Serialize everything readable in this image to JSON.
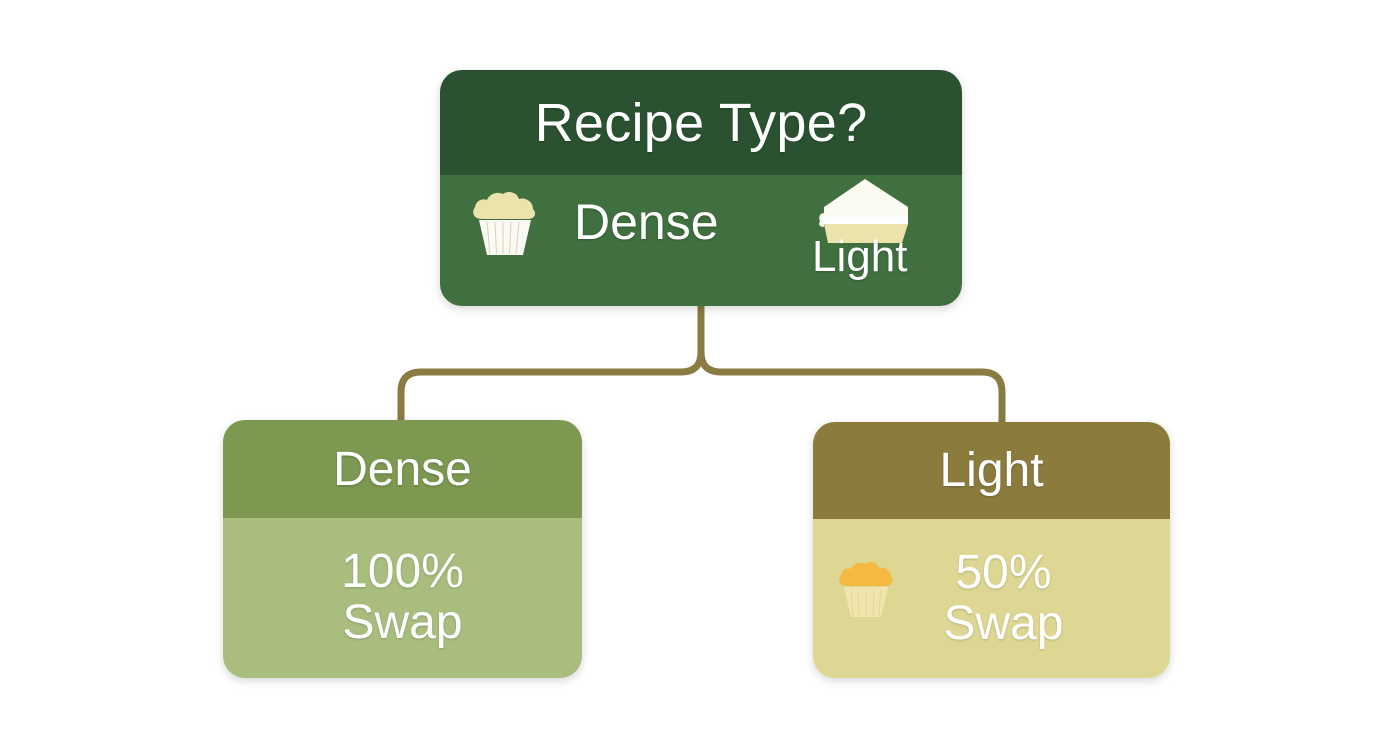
{
  "diagram": {
    "title": "Recipe Type Decision",
    "background_color": "#ffffff",
    "connector_color": "#8a7b42"
  },
  "root": {
    "header_label": "Recipe Type?",
    "header_color": "#2a5230",
    "body_color": "#40703f",
    "options": [
      {
        "label": "Dense",
        "icon": "cupcake-icon"
      },
      {
        "label": "Light",
        "icon": "cake-slice-icon"
      }
    ],
    "option_dense_label": "Dense",
    "option_light_label": "Light"
  },
  "branches": [
    {
      "id": "dense",
      "header_label": "Dense",
      "header_color": "#7d9850",
      "body_color": "#a9bd7f",
      "percent_label": "100%",
      "swap_label": "Swap",
      "icon": null
    },
    {
      "id": "light",
      "header_label": "Light",
      "header_color": "#8b7c3e",
      "body_color": "#ddd793",
      "percent_label": "50%",
      "swap_label": "Swap",
      "icon": "cupcake-icon",
      "icon_color": "#f5b942"
    }
  ]
}
